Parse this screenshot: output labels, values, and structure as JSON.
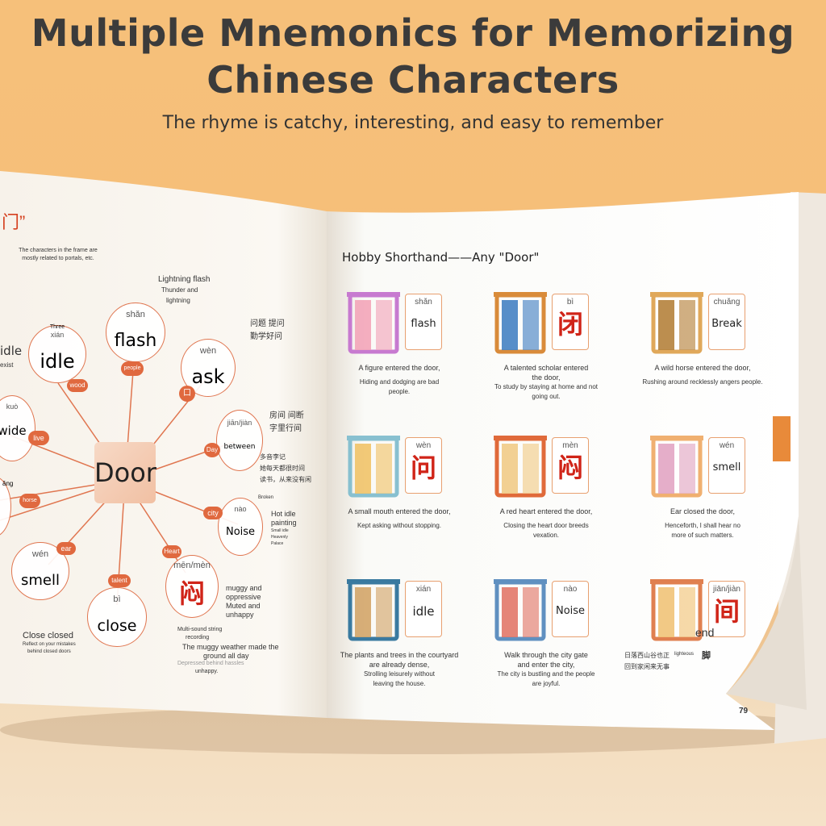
{
  "header": {
    "title_line1": "Multiple Mnemonics for Memorizing",
    "title_line2": "Chinese Characters",
    "subtitle": "The rhyme is catchy, interesting, and easy to remember"
  },
  "left_page": {
    "corner_cn": "门”",
    "note": [
      "The characters in the frame are",
      "mostly related to portals, etc."
    ],
    "center": "Door",
    "nodes": {
      "flash": {
        "pinyin": "shǎn",
        "label": "flash",
        "tag": "people"
      },
      "idle": {
        "pinyin": "xián",
        "label": "idle",
        "sub": "Three",
        "tag": "wood"
      },
      "ask": {
        "pinyin": "wèn",
        "label": "ask",
        "tag": "口"
      },
      "between": {
        "pinyin": "jiān/jiàn",
        "label": "between",
        "tag": "Day"
      },
      "noise": {
        "pinyin": "nào",
        "label": "Noise",
        "tag": "city"
      },
      "wide": {
        "pinyin": "kuò",
        "label": "wide",
        "tag": "live"
      },
      "smell": {
        "pinyin": "wén",
        "label": "smell",
        "tag": "ear"
      },
      "close": {
        "pinyin": "bì",
        "label": "close",
        "tag": "talent"
      },
      "muggy": {
        "pinyin": "mēn/mèn",
        "label": "闷",
        "tag": "Heart"
      },
      "horse": {
        "tag": "horse"
      },
      "idle_left": {
        "label": "idle",
        "sub": "exist"
      }
    },
    "notes": {
      "lightning": [
        "Lightning flash",
        "Thunder and",
        "lightning"
      ],
      "ask_cn": [
        "问题  提问",
        "勤学好问"
      ],
      "between_cn": [
        "房间  间断",
        "字里行间"
      ],
      "verse_cn": [
        "多音李记",
        "她每天都很时间",
        "读书，从来没有闲"
      ],
      "broken": "Broken",
      "noise_en": [
        "Hot idle",
        "painting",
        "Small idle",
        "Heavenly",
        "Palace"
      ],
      "muggy_en": [
        "muggy and",
        "oppressive",
        "Muted and",
        "unhappy"
      ],
      "close_en": [
        "Close closed",
        "Reflect on your mistakes",
        "behind closed doors"
      ],
      "muggy_bottom": [
        "Multi-sound string",
        "recording",
        "The muggy weather made the",
        "ground all day",
        "Depressed behind hassles",
        "unhappy."
      ],
      "left_edge": [
        "ǎng"
      ]
    }
  },
  "right_page": {
    "title": "Hobby Shorthand——Any \"Door\"",
    "page_number": "79",
    "cards": [
      {
        "pinyin": "shǎn",
        "char": "flash",
        "is_cn": false,
        "cap": [
          "A figure entered the door,",
          "",
          "Hiding and dodging are bad",
          "people."
        ]
      },
      {
        "pinyin": "bì",
        "char": "闭",
        "is_cn": true,
        "cap": [
          "A talented scholar entered",
          "the door,",
          "To study by staying at home and not",
          "going out."
        ]
      },
      {
        "pinyin": "chuǎng",
        "char": "Break",
        "is_cn": false,
        "cap": [
          "A wild horse entered the door,",
          "",
          "Rushing around recklessly angers people."
        ]
      },
      {
        "pinyin": "wèn",
        "char": "问",
        "is_cn": true,
        "cap": [
          "A small mouth entered the door,",
          "",
          "Kept asking without stopping."
        ]
      },
      {
        "pinyin": "mèn",
        "char": "闷",
        "is_cn": true,
        "cap": [
          "A red heart entered the door,",
          "",
          "Closing the heart door breeds",
          "vexation."
        ]
      },
      {
        "pinyin": "wén",
        "char": "smell",
        "is_cn": false,
        "cap": [
          "Ear closed the door,",
          "",
          "Henceforth, I shall hear no",
          "more of such matters."
        ]
      },
      {
        "pinyin": "xián",
        "char": "idle",
        "is_cn": false,
        "cap": [
          "The plants and trees in the courtyard",
          "are already dense,",
          "Strolling leisurely without",
          "leaving the house."
        ]
      },
      {
        "pinyin": "nào",
        "char": "Noise",
        "is_cn": false,
        "cap": [
          "Walk through the city gate",
          "and enter the city,",
          "The city is bustling and the people",
          "are joyful."
        ]
      },
      {
        "pinyin": "jiān/jiàn",
        "char": "间",
        "is_cn": true,
        "cap": [
          "",
          "",
          "",
          ""
        ]
      }
    ],
    "last_card_extra": {
      "label": "end",
      "sub": "lighteous",
      "cn1": "日落西山谷也正",
      "cn2": "回到家闲来无事",
      "foot": "脚"
    }
  },
  "colors": {
    "accent": "#e0693f",
    "cn_red": "#d02418",
    "background": "#f6c07a"
  }
}
